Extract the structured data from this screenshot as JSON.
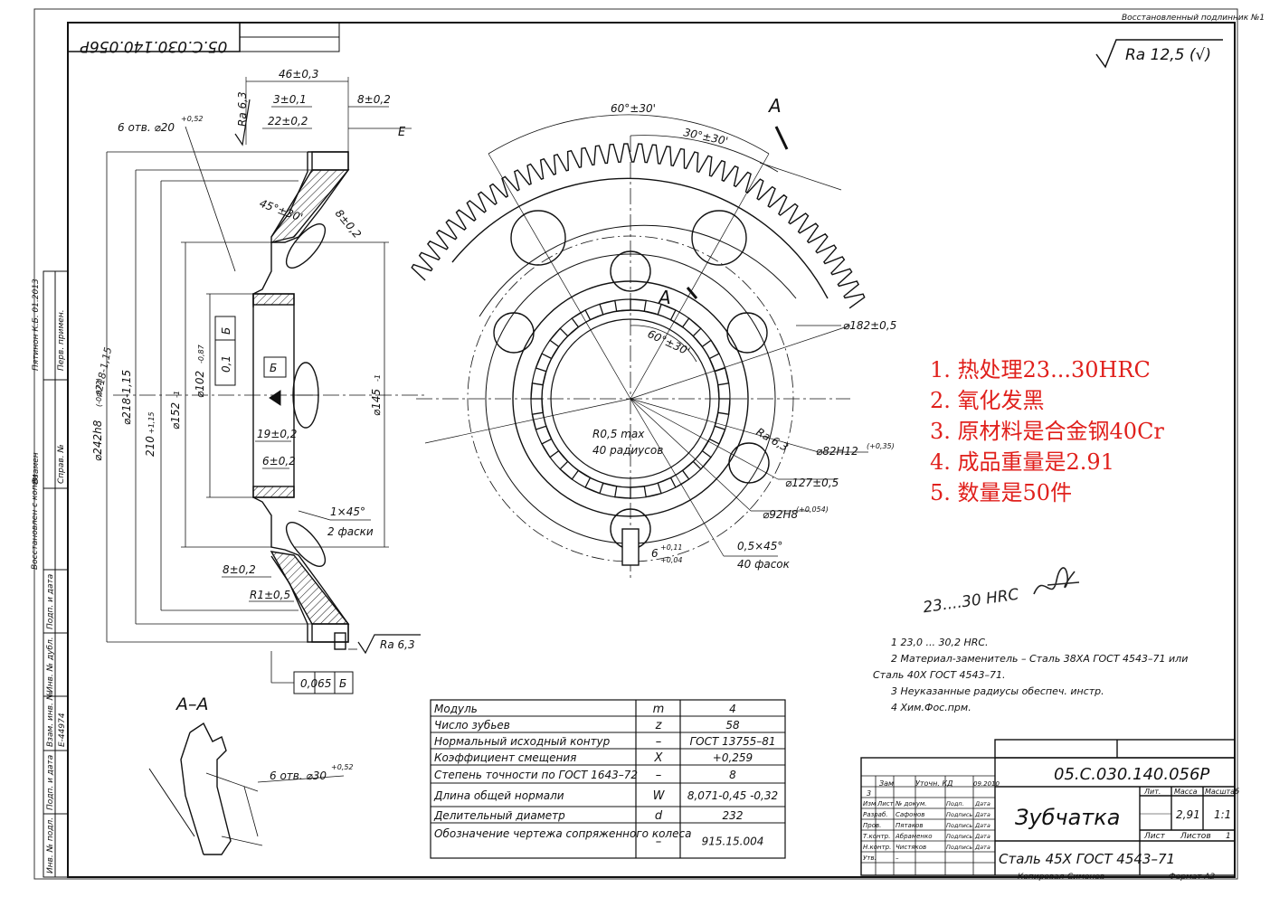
{
  "header": {
    "top_right_caption": "Восстановленный подлинник №1",
    "code_rotated": "05.С.030.140.056Р",
    "roughness_general": "Ra 12,5 (√)"
  },
  "section_labels": {
    "a_top": "A",
    "a_mid": "A",
    "aa": "A–A",
    "e": "E",
    "b1": "Б",
    "b2": "Б"
  },
  "dimensions": {
    "d46": "46±0,3",
    "d3": "3±0,1",
    "d8a": "8±0,2",
    "d22": "22±0,2",
    "holes20": "6 отв. ⌀20",
    "holes20_tol": "+0,52",
    "ra63a": "Ra 6,3",
    "ang45": "45°±30'",
    "d8b": "8±0,2",
    "d242": "⌀242h8",
    "d242_tol": "(-0,072)",
    "d218": "⌀218-1,15",
    "d210": "210",
    "d210_tol": "+1,15",
    "d152": "⌀152",
    "d152_tol": "-1",
    "d102": "⌀102",
    "d102_tol": "-0,87",
    "tol01": "0,1",
    "d145": "⌀145",
    "d145_tol": "-1",
    "d19": "19±0,2",
    "d6": "6±0,2",
    "ch1x45": "1×45°",
    "ch2": "2 фаски",
    "d8c": "8±0,2",
    "r1": "R1±0,5",
    "ra63b": "Ra 6,3",
    "runout": "0,065",
    "ang60a": "60°±30'",
    "ang30": "30°±30'",
    "ang60b": "60°±30'",
    "d182": "⌀182±0,5",
    "r05": "R0,5 max",
    "r05b": "40 радиусов",
    "ra63c": "Ra 6,3",
    "d82": "⌀82H12",
    "d82_tol": "(+0,35)",
    "d127": "⌀127±0,5",
    "d92": "⌀92H8",
    "d92_tol": "(+0,054)",
    "ch05": "0,5×45°",
    "ch40": "40 фасок",
    "w6": "6",
    "w6_tol_top": "+0,11",
    "w6_tol_bot": "+0,04",
    "holes30": "6 отв. ⌀30",
    "holes30_tol": "+0,52"
  },
  "red_notes": [
    "1. 热处理23...30HRC",
    "2. 氧化发黑",
    "3. 原材料是合金钢40Cr",
    "4. 成品重量是2.91",
    "5. 数量是50件"
  ],
  "handwritten": {
    "hrc": "23....30 HRC",
    "d218_note": "⌀218-1,15"
  },
  "tech_notes": [
    "1 23,0 ... 30,2 HRC.",
    "2 Материал-заменитель – Сталь 38ХА ГОСТ 4543–71 или",
    "Сталь 40Х ГОСТ 4543–71.",
    "3 Неуказанные радиусы обеспеч. инстр.",
    "4 Хим.Фос.прм."
  ],
  "gear_table": {
    "rows": [
      {
        "param": "Модуль",
        "sym": "m",
        "val": "4"
      },
      {
        "param": "Число зубьев",
        "sym": "z",
        "val": "58"
      },
      {
        "param": "Нормальный исходный контур",
        "sym": "–",
        "val": "ГОСТ 13755–81"
      },
      {
        "param": "Коэффициент смещения",
        "sym": "X",
        "val": "+0,259"
      },
      {
        "param": "Степень точности по ГОСТ 1643–72",
        "sym": "–",
        "val": "8"
      },
      {
        "param": "Длина общей нормали",
        "sym": "W",
        "val": "8,071-0,45 -0,32"
      },
      {
        "param": "Делительный диаметр",
        "sym": "d",
        "val": "232"
      },
      {
        "param": "Обозначение чертежа сопряженного колеса",
        "sym": "–",
        "val": "915.15.004"
      }
    ]
  },
  "title_block": {
    "doc_code": "05.С.030.140.056Р",
    "part_name": "Зубчатка",
    "material": "Сталь 45Х ГОСТ 4543–71",
    "lit_header": "Лит.",
    "mass_header": "Масса",
    "scale_header": "Масштаб",
    "mass": "2,91",
    "scale": "1:1",
    "sheet_label": "Лист",
    "sheets_label": "Листов",
    "sheets_count": "1",
    "copied": "Копировал",
    "copied_name": "Симонов",
    "format": "Формат А2",
    "rev_row": {
      "zam": "Зам",
      "text": "Уточн. КД",
      "date": "09.2010"
    },
    "rev_num": "3",
    "roles": [
      {
        "role": "Изм",
        "col2": "Лист",
        "name": "№ докум.",
        "sign": "Подп.",
        "date": "Дата"
      },
      {
        "role": "Разраб.",
        "col2": "",
        "name": "Сафонов",
        "sign": "Подпись",
        "date": "Дата"
      },
      {
        "role": "Пров.",
        "col2": "",
        "name": "Пятаков",
        "sign": "Подпись",
        "date": "Дата"
      },
      {
        "role": "Т.контр.",
        "col2": "",
        "name": "Абраменко",
        "sign": "Подпись",
        "date": "Дата"
      },
      {
        "role": "Н.контр.",
        "col2": "",
        "name": "Чистяков",
        "sign": "Подпись",
        "date": "Дата"
      },
      {
        "role": "Утв.",
        "col2": "",
        "name": "–",
        "sign": "",
        "date": ""
      }
    ]
  },
  "left_strip": {
    "restored": "Восстановлен с копии",
    "date_field": "Взамен",
    "vstr": "Справ. №",
    "first_use": "Перв. примен.",
    "signature_date": "Пятинон К.Б. 01.2013",
    "cells": [
      "Подп. и дата",
      "Инв. № дубл.",
      "Взам. инв. №",
      "Подп. и дата",
      "Инв. № подл."
    ],
    "inv_value": "Е-44974"
  }
}
